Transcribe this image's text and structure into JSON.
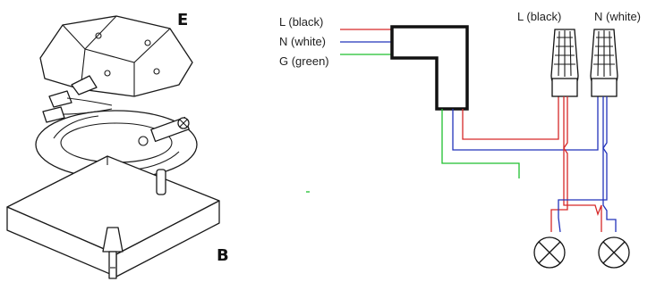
{
  "labels": {
    "letter_e": "E",
    "letter_b": "B",
    "wire_l": "L (black)",
    "wire_n": "N (white)",
    "wire_g": "G (green)",
    "top_l": "L (black)",
    "top_n": "N (white)"
  },
  "colors": {
    "live": "#d62828",
    "neutral": "#2233bb",
    "ground": "#1fbf2f",
    "outline": "#1a1a1a"
  },
  "icons": {
    "wire_nut": "wire-nut-icon",
    "lamp": "lamp-icon",
    "connector": "elbow-connector-icon"
  }
}
